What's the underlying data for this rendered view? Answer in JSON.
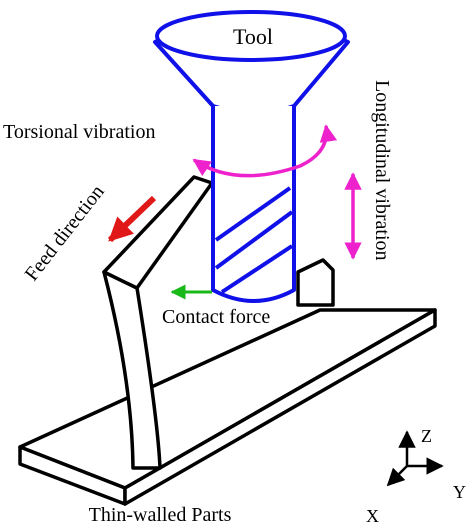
{
  "labels": {
    "tool": "Tool",
    "torsional": "Torsional vibration",
    "longitudinal": "Longitudinal  vibration",
    "feed": "Feed direction",
    "contact": "Contact force",
    "part": "Thin-walled Parts",
    "axis_z": "Z",
    "axis_y": "Y",
    "axis_x": "X"
  },
  "colors": {
    "tool": "#1010e8",
    "torsional_arrow": "#ee22cc",
    "longitudinal_arrow": "#ee22cc",
    "feed_arrow": "#e01818",
    "contact_arrow": "#19b919",
    "outline": "#000000"
  },
  "icons": {
    "torsional": "curved-double-arrow",
    "longitudinal": "vertical-double-arrow",
    "feed": "arrow",
    "contact": "arrow",
    "axes": "coordinate-axes"
  }
}
